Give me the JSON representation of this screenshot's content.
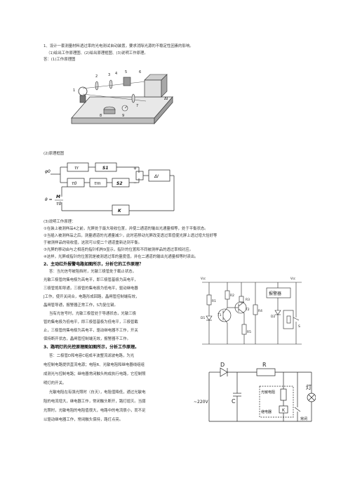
{
  "q1": {
    "line1": "1、设计一套测量材料透过率的光电测试自动装置，要求消除光源的不稳定性因素的影响。",
    "line2": "（1)绘出工作原理图、(2)绘出原理框图、(3)说明工作原理。",
    "answer_intro": "答：(1)工作原理图",
    "fig_labels": [
      "1",
      "2",
      "3",
      "4",
      "5",
      "6",
      "7",
      "8",
      "9",
      "ΔI"
    ],
    "block_title": "(2)原理框图",
    "block": {
      "phi": "φ0",
      "tau_r": "τr",
      "s1": "S1",
      "tau0_top": "τ0",
      "tau_m": "τm",
      "s2": "S2",
      "plus": "+",
      "minus": "−",
      "delta_i": "ΔI",
      "theta": "θ =",
      "m": "M",
      "tau0_frac": "τ0",
      "k": "K"
    },
    "explain_title": "(3)说明工作原理：",
    "points": [
      "①在装上被测样品4之前，光屏处于最大吸收位置，并使二通道的输出光通量相等，处于平衡状态。",
      "②当插入被测样品之后，测量通道的光通量减少，此时若移动光屏改变透过率值使光屏上透过增大恰好等",
      "于被测样品的吸收值，这就可以使二个通道重新达到平衡。",
      "③光屏的移动由与之相连的指针机构9显示，指针的位置和不同被测样品的透过率相对应。",
      "④这样，光屏或指针的位置就是被测透过率的量度值，并在二通道的输出光通量相等时读出。"
    ]
  },
  "q2": {
    "title": "2、主动红外报警电路如图所示，分析它的工作原理？",
    "lines": [
      "答：当光信号被阻挡时，光敏三极管处于截止状态，",
      "光敏三极管的集电极为高电平，即三极管基极为高电平，",
      "三极管饱和导通，三极管的集电极为低电平，驱动继电器",
      "J工作，使开关闭合，电路形成回路，晶闸管控制端有效，",
      "晶闸管导通，报警器正常工作，S为复位键。",
      "当有光信号时，光敏三极管处于导通状态，光敏三极",
      "管的集电极为低电平，即三极管基极为低电平，三极管截",
      "止，三极管的集电极为高电平，驱动继电器不工作，开关",
      "保持断开状态，晶闸管控制端无效，报警器不工作。"
    ],
    "circuit": {
      "vcc1": "Vcc",
      "vcc2": "Vcc",
      "r1": "R1",
      "d1": "D1",
      "t1": "T1",
      "r2": "R2",
      "r3": "R3",
      "t2": "T2",
      "r4": "R4",
      "alarm": "报警器",
      "d2": "D2",
      "r5": "R5",
      "s": "S"
    }
  },
  "q3": {
    "title": "3、路明灯的光控原理图如图所示，分析工作原理。",
    "lines": [
      "答：二极管D和电容C组成半波整流滤波电路，为光",
      "电控制电路提供直流电源；电阻R、光敏电阻和继电器线组组",
      "成测光与控制电路；继电器常闭触头构成执行电路，它控制照",
      "明灯的开关。",
      "光敏电阻在有强光照时（白天），电阻值降低，通过光敏电",
      "阻的电流增大，继电器工作，常闭触头断开，路灯熄灭。当弱",
      "光照时，光敏电阻的电阻值很大，电路中的电流很小，而不足",
      "以驱动继电器工作，常闭触头保持，路灯点亮。"
    ],
    "circuit": {
      "d": "D",
      "r": "R",
      "c": "C",
      "v": "~220V",
      "lamp": "灯",
      "photo": "光敏电阻",
      "relay": "继电器",
      "k": "K",
      "nc": "常闭"
    }
  }
}
